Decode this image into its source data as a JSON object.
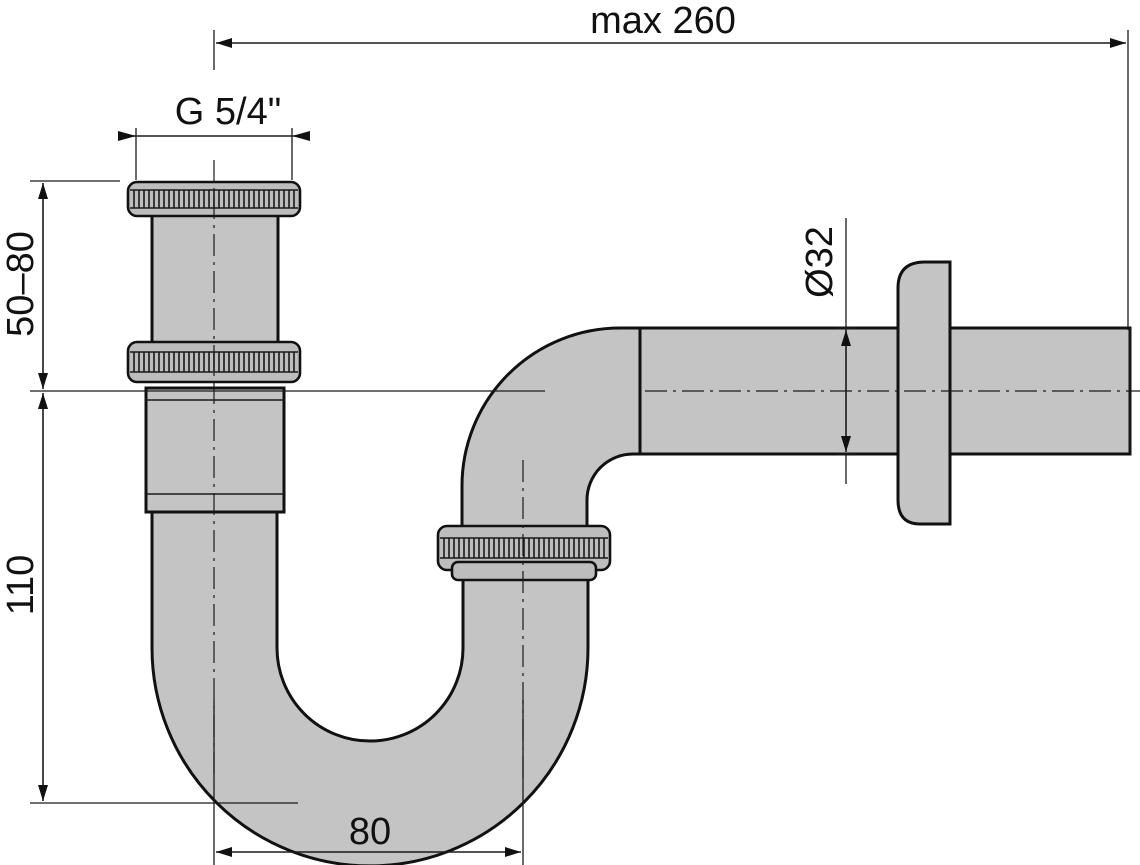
{
  "drawing": {
    "dimensions": {
      "overall_length": "max 260",
      "inlet_thread": "G 5/4\"",
      "adjustable_height": "50–80",
      "trap_height": "110",
      "trap_spacing": "80",
      "outlet_diameter": "Ø32"
    },
    "colors": {
      "pipe": "#c4c4c4",
      "outline": "#111111",
      "background": "#ffffff"
    }
  }
}
